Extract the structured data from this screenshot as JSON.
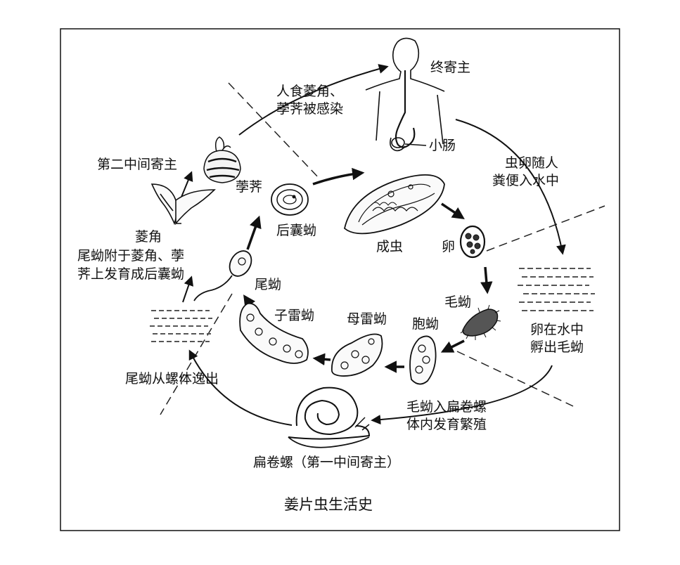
{
  "diagram": {
    "caption": "姜片虫生活史",
    "stages": {
      "final_host": "终寄主",
      "small_intestine": "小肠",
      "adult": "成虫",
      "egg": "卵",
      "miracidium": "毛蚴",
      "sporocyst": "胞蚴",
      "mother_redia": "母雷蚴",
      "daughter_redia": "子雷蚴",
      "cercaria": "尾蚴",
      "metacercaria": "后囊蚴",
      "water_chestnut_biqi": "荸荠",
      "water_caltrop": "菱角",
      "second_host": "第二中间寄主",
      "snail": "扁卷螺（第一中间寄主）"
    },
    "steps": {
      "infection_line1": "人食菱角、",
      "infection_line2": "荸荠被感染",
      "egg_excreted_line1": "虫卵随人",
      "egg_excreted_line2": "粪便入水中",
      "hatch_line1": "卵在水中",
      "hatch_line2": "孵出毛蚴",
      "snail_entry_line1": "毛蚴入扁卷螺",
      "snail_entry_line2": "体内发育繁殖",
      "cercaria_escape": "尾蚴从螺体逸出",
      "encyst_line1": "尾蚴附于菱角、荸",
      "encyst_line2": "荠上发育成后囊蚴"
    }
  }
}
